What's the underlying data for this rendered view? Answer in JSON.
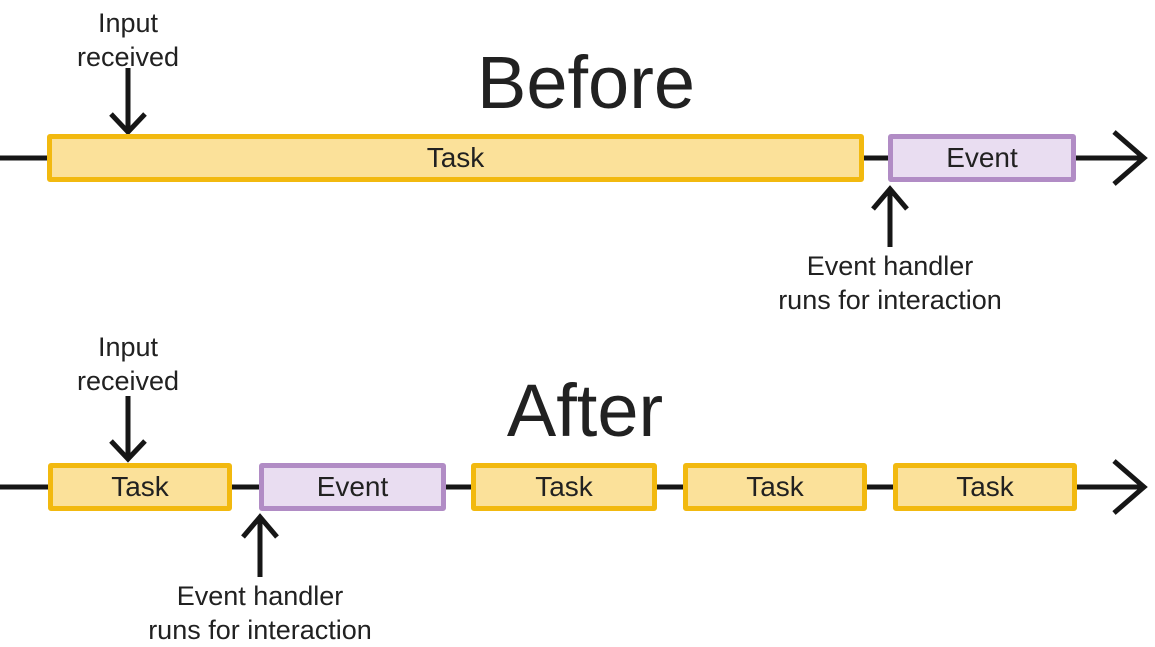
{
  "colors": {
    "task_fill": "#FBE19A",
    "task_border": "#F2B90F",
    "event_fill": "#E9DDF1",
    "event_border": "#B18CC5",
    "line_color": "#161616",
    "text_color": "#212121"
  },
  "before": {
    "title": "Before",
    "input_label_line1": "Input",
    "input_label_line2": "received",
    "handler_label_line1": "Event handler",
    "handler_label_line2": "runs for interaction",
    "segments": [
      {
        "type": "task",
        "label": "Task"
      },
      {
        "type": "event",
        "label": "Event"
      }
    ]
  },
  "after": {
    "title": "After",
    "input_label_line1": "Input",
    "input_label_line2": "received",
    "handler_label_line1": "Event handler",
    "handler_label_line2": "runs for interaction",
    "segments": [
      {
        "type": "task",
        "label": "Task"
      },
      {
        "type": "event",
        "label": "Event"
      },
      {
        "type": "task",
        "label": "Task"
      },
      {
        "type": "task",
        "label": "Task"
      },
      {
        "type": "task",
        "label": "Task"
      }
    ]
  }
}
